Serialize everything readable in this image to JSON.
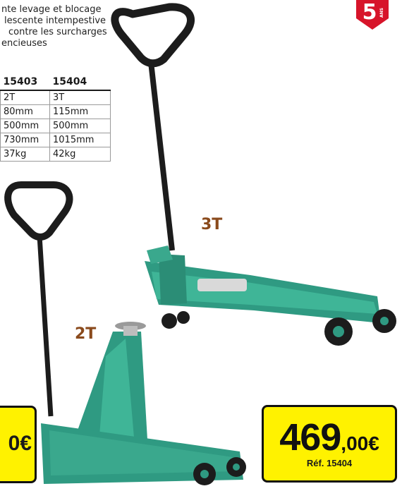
{
  "description": [
    "nte levage et blocage",
    "lescente intempestive",
    "contre les surcharges",
    "encieuses"
  ],
  "spec_table": {
    "headers": [
      "15403",
      "15404"
    ],
    "rows": [
      [
        "2T",
        "3T"
      ],
      [
        "80mm",
        "115mm"
      ],
      [
        "500mm",
        "500mm"
      ],
      [
        "730mm",
        "1015mm"
      ],
      [
        "37kg",
        "42kg"
      ]
    ]
  },
  "warranty_badge": {
    "number": "5",
    "unit": "ANS",
    "color": "#d7142a"
  },
  "capacity_labels": {
    "large_jack": "3T",
    "small_jack": "2T"
  },
  "price_left": {
    "value": "0€"
  },
  "price_right": {
    "integer": "469",
    "decimals": ",00€",
    "reference": "Réf. 15404"
  },
  "colors": {
    "jack_green": "#2f9a82",
    "price_bg": "#fff200",
    "label_brown": "#8a4a1c"
  }
}
